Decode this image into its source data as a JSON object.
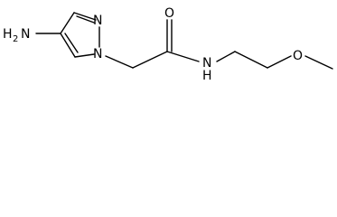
{
  "molecule": {
    "labels": {
      "amine_h": "H",
      "amine_h2_sub": "2",
      "amine_n": "N",
      "ring_n1": "N",
      "ring_n2": "N",
      "carbonyl_o": "O",
      "amide_n": "N",
      "amide_h": "H",
      "ether_o": "O"
    }
  }
}
